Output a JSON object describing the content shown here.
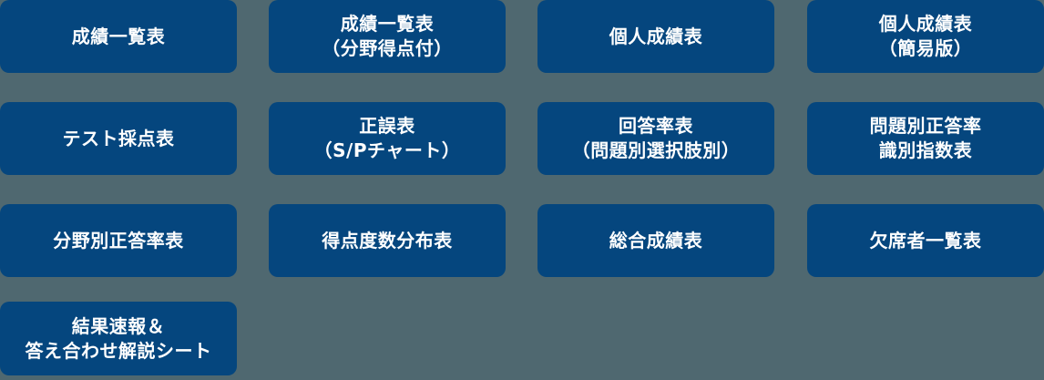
{
  "colors": {
    "background": "#4f6870",
    "tile": "#05467e",
    "text": "#ffffff"
  },
  "tiles": [
    {
      "id": "seiseki-ichiran",
      "lines": [
        "成績一覧表"
      ]
    },
    {
      "id": "seiseki-ichiran-bunya",
      "lines": [
        "成績一覧表",
        "（分野得点付）"
      ]
    },
    {
      "id": "kojin-seiseki",
      "lines": [
        "個人成績表"
      ]
    },
    {
      "id": "kojin-seiseki-kani",
      "lines": [
        "個人成績表",
        "（簡易版）"
      ]
    },
    {
      "id": "test-saiten",
      "lines": [
        "テスト採点表"
      ]
    },
    {
      "id": "seigo-sp",
      "lines": [
        "正誤表",
        "（S/Pチャート）"
      ]
    },
    {
      "id": "kaitouritsu",
      "lines": [
        "回答率表",
        "（問題別選択肢別）"
      ]
    },
    {
      "id": "mondaibetsu-shikibetsu",
      "lines": [
        "問題別正答率",
        "識別指数表"
      ]
    },
    {
      "id": "bunyabetsu-seitouritsu",
      "lines": [
        "分野別正答率表"
      ]
    },
    {
      "id": "tokuten-dosuu",
      "lines": [
        "得点度数分布表"
      ]
    },
    {
      "id": "sougou-seiseki",
      "lines": [
        "総合成績表"
      ]
    },
    {
      "id": "kesseki-ichiran",
      "lines": [
        "欠席者一覧表"
      ]
    },
    {
      "id": "kekka-sokuhou",
      "lines": [
        "結果速報＆",
        "答え合わせ解説シート"
      ]
    }
  ]
}
